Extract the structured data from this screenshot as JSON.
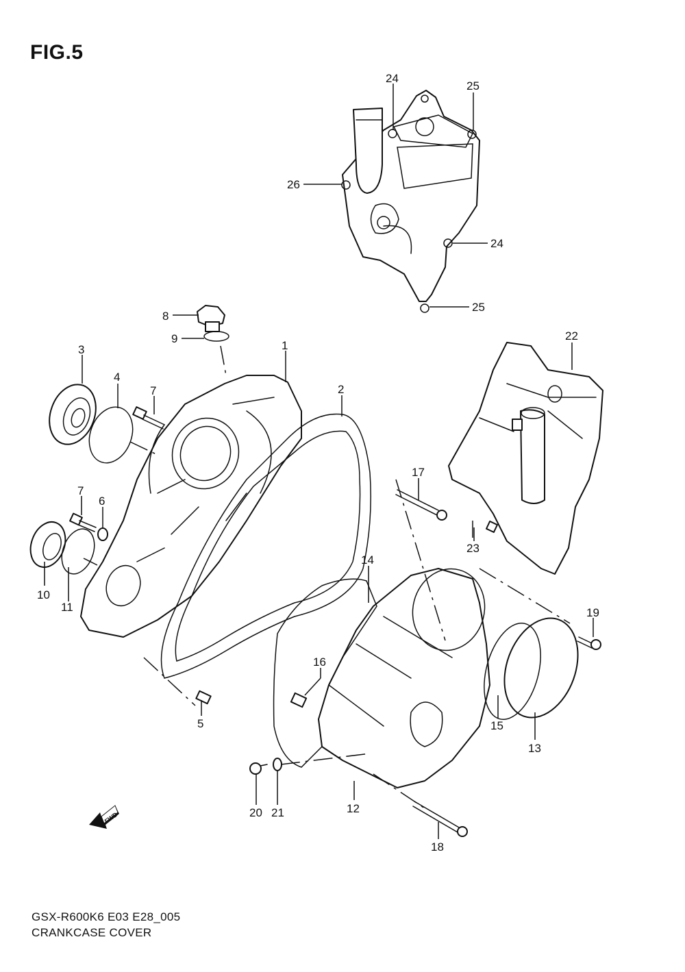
{
  "figure": {
    "title": "FIG.5",
    "model_code": "GSX-R600K6 E03 E28_005",
    "assembly_name": "CRANKCASE COVER",
    "direction_marker": "FWD"
  },
  "callouts": [
    {
      "id": "c1",
      "number": "1"
    },
    {
      "id": "c2",
      "number": "2"
    },
    {
      "id": "c3",
      "number": "3"
    },
    {
      "id": "c4",
      "number": "4"
    },
    {
      "id": "c5",
      "number": "5"
    },
    {
      "id": "c6",
      "number": "6"
    },
    {
      "id": "c7a",
      "number": "7"
    },
    {
      "id": "c7b",
      "number": "7"
    },
    {
      "id": "c8",
      "number": "8"
    },
    {
      "id": "c9",
      "number": "9"
    },
    {
      "id": "c10",
      "number": "10"
    },
    {
      "id": "c11",
      "number": "11"
    },
    {
      "id": "c12",
      "number": "12"
    },
    {
      "id": "c13",
      "number": "13"
    },
    {
      "id": "c14",
      "number": "14"
    },
    {
      "id": "c15",
      "number": "15"
    },
    {
      "id": "c16",
      "number": "16"
    },
    {
      "id": "c17",
      "number": "17"
    },
    {
      "id": "c18",
      "number": "18"
    },
    {
      "id": "c19",
      "number": "19"
    },
    {
      "id": "c20",
      "number": "20"
    },
    {
      "id": "c21",
      "number": "21"
    },
    {
      "id": "c22",
      "number": "22"
    },
    {
      "id": "c23",
      "number": "23"
    },
    {
      "id": "c24a",
      "number": "24"
    },
    {
      "id": "c24b",
      "number": "24"
    },
    {
      "id": "c25a",
      "number": "25"
    },
    {
      "id": "c25b",
      "number": "25"
    },
    {
      "id": "c26",
      "number": "26"
    }
  ]
}
